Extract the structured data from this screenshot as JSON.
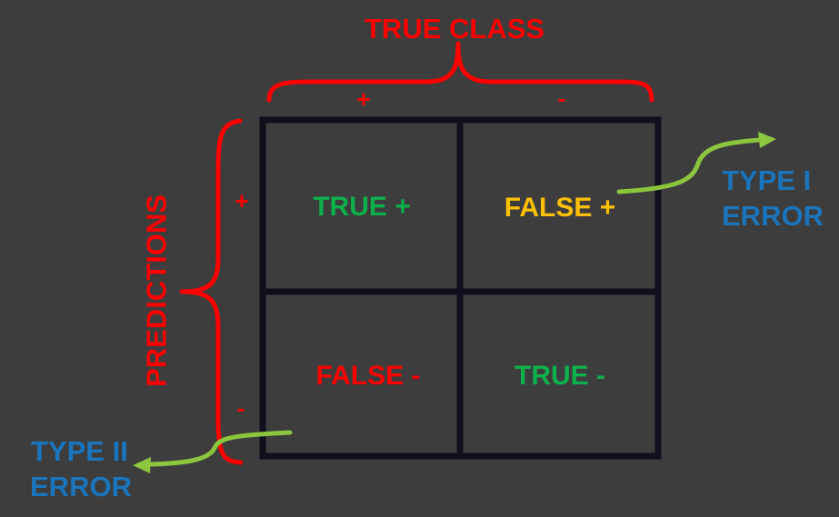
{
  "colors": {
    "background": "#3d3d3d",
    "red": "#ff0000",
    "green": "#0db14b",
    "amber": "#ffc000",
    "blue": "#1b75bc",
    "grid": "#0f0f1e",
    "arrow": "#8cc63f"
  },
  "header": {
    "true_class": "TRUE CLASS",
    "col_positive": "+",
    "col_negative": "-"
  },
  "side": {
    "predictions": "PREDICTIONS",
    "row_positive": "+",
    "row_negative": "-"
  },
  "matrix": {
    "true_positive": "TRUE +",
    "false_positive": "FALSE +",
    "false_negative": "FALSE -",
    "true_negative": "TRUE -"
  },
  "errors": {
    "type_one_line1": "TYPE I",
    "type_one_line2": "ERROR",
    "type_two_line1": "TYPE II",
    "type_two_line2": "ERROR"
  }
}
